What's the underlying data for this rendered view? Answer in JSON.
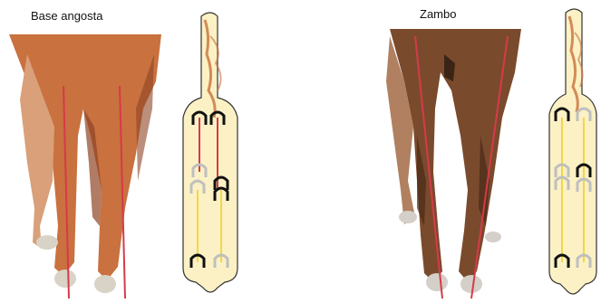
{
  "panels": [
    {
      "id": "base-angosta",
      "title": "Base angosta",
      "colors": {
        "horse": "#c9713f",
        "horse_shadow": "#8e4424",
        "hoof": "#d9d2c6",
        "axis_line": "#d63a4a",
        "footprint_fill": "#fbf1c4",
        "shoe_dark": "#111111",
        "shoe_light": "#bfbfbf"
      }
    },
    {
      "id": "zambo",
      "title": "Zambo",
      "colors": {
        "horse": "#7a4a2c",
        "horse_shadow": "#4a2a18",
        "hoof": "#d4cfc8",
        "axis_line": "#d63a4a",
        "footprint_fill": "#fbf1c4",
        "track_line": "#f2d64a",
        "shoe_dark": "#111111",
        "shoe_light": "#bfbfbf"
      }
    }
  ]
}
